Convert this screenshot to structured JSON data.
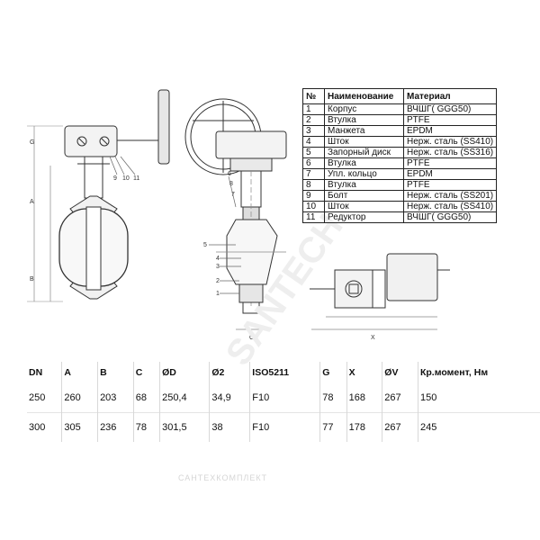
{
  "parts_table": {
    "headers": [
      "№",
      "Наименование",
      "Материал"
    ],
    "rows": [
      [
        "1",
        "Корпус",
        "ВЧШГ( GGG50)"
      ],
      [
        "2",
        "Втулка",
        "PTFE"
      ],
      [
        "3",
        "Манжета",
        "EPDM"
      ],
      [
        "4",
        "Шток",
        "Нерж. сталь (SS410)"
      ],
      [
        "5",
        "Запорный диск",
        "Нерж. сталь (SS316)"
      ],
      [
        "6",
        "Втулка",
        "PTFE"
      ],
      [
        "7",
        "Упл. кольцо",
        "EPDM"
      ],
      [
        "8",
        "Втулка",
        "PTFE"
      ],
      [
        "9",
        "Болт",
        "Нерж. сталь (SS201)"
      ],
      [
        "10",
        "Шток",
        "Нерж. сталь (SS410)"
      ],
      [
        "11",
        "Редуктор",
        "ВЧШГ( GGG50)"
      ]
    ]
  },
  "dims_table": {
    "headers": [
      "DN",
      "A",
      "B",
      "C",
      "ØD",
      "Ø2",
      "ISO5211",
      "G",
      "X",
      "ØV",
      "Кр.момент, Нм"
    ],
    "rows": [
      [
        "250",
        "260",
        "203",
        "68",
        "250,4",
        "34,9",
        "F10",
        "78",
        "168",
        "267",
        "150"
      ],
      [
        "300",
        "305",
        "236",
        "78",
        "301,5",
        "38",
        "F10",
        "77",
        "178",
        "267",
        "245"
      ]
    ]
  },
  "drawing_labels": {
    "part_callouts": [
      "9",
      "10",
      "11",
      "6",
      "8",
      "7",
      "5",
      "4",
      "3",
      "2",
      "1"
    ],
    "dim_letters": [
      "G",
      "A",
      "B",
      "C",
      "X"
    ]
  },
  "watermark": {
    "footer": "САНТЕХКОМПЛЕКТ",
    "diagonal": "SANTECH"
  }
}
